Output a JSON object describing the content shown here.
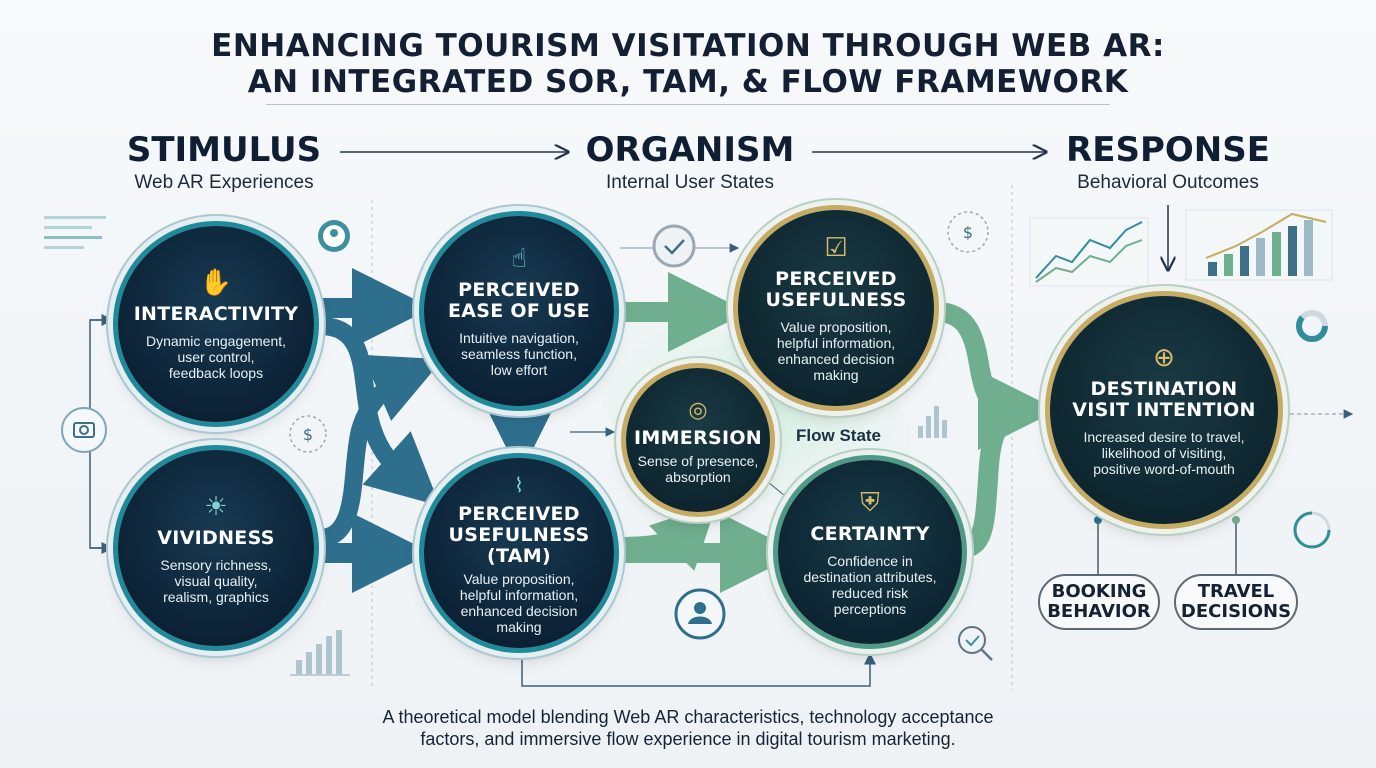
{
  "title": {
    "line1": "ENHANCING TOURISM VISITATION THROUGH WEB AR:",
    "line2": "AN INTEGRATED SOR, TAM, & FLOW FRAMEWORK"
  },
  "stages": {
    "stimulus": {
      "heading": "STIMULUS",
      "sub": "Web AR Experiences"
    },
    "organism": {
      "heading": "ORGANISM",
      "sub": "Internal User States"
    },
    "response": {
      "heading": "RESPONSE",
      "sub": "Behavioral Outcomes"
    }
  },
  "nodes": {
    "interactivity": {
      "title": "INTERACTIVITY",
      "desc": "Dynamic engagement,\nuser control,\nfeedback loops",
      "icon": "hand-icon"
    },
    "vividness": {
      "title": "VIVIDNESS",
      "desc": "Sensory richness,\nvisual quality,\nrealism, graphics",
      "icon": "sun-icon"
    },
    "ease_of_use": {
      "title": "PERCEIVED\nEASE OF USE",
      "desc": "Intuitive navigation,\nseamless function,\nlow effort",
      "icon": "pointer-icon"
    },
    "usefulness_tam": {
      "title": "PERCEIVED\nUSEFULNESS\n(TAM)",
      "desc": "Value proposition,\nhelpful information,\nenhanced decision\nmaking",
      "icon": "chart-icon"
    },
    "usefulness": {
      "title": "PERCEIVED\nUSEFULNESS",
      "desc": "Value proposition,\nhelpful information,\nenhanced decision\nmaking",
      "icon": "checkbox-icon"
    },
    "immersion": {
      "title": "IMMERSION",
      "desc": "Sense of presence,\nabsorption",
      "icon": "target-icon"
    },
    "certainty": {
      "title": "CERTAINTY",
      "desc": "Confidence in\ndestination attributes,\nreduced risk\nperceptions",
      "icon": "shield-check-icon"
    },
    "visit_intention": {
      "title": "DESTINATION\nVISIT INTENTION",
      "desc": "Increased desire to travel,\nlikelihood of visiting,\npositive word-of-mouth",
      "icon": "globe-icon"
    }
  },
  "flow_state_label": "Flow State",
  "outcomes": {
    "booking": "BOOKING\nBEHAVIOR",
    "travel": "TRAVEL\nDECISIONS"
  },
  "caption": {
    "line1": "A theoretical model blending Web AR characteristics, technology acceptance",
    "line2": "factors, and immersive flow experience in digital tourism marketing."
  },
  "icons": {
    "hand-icon": "✋",
    "sun-icon": "☀",
    "pointer-icon": "☝",
    "chart-icon": "📈",
    "checkbox-icon": "☑",
    "target-icon": "◎",
    "shield-check-icon": "⛨",
    "globe-icon": "⊕"
  },
  "colors": {
    "navy": "#0c2236",
    "teal": "#1e8a9a",
    "gold": "#c6ab62",
    "green": "#4f9a86",
    "arrow_blue": "#2f6f8e",
    "arrow_green": "#6fae8e"
  }
}
